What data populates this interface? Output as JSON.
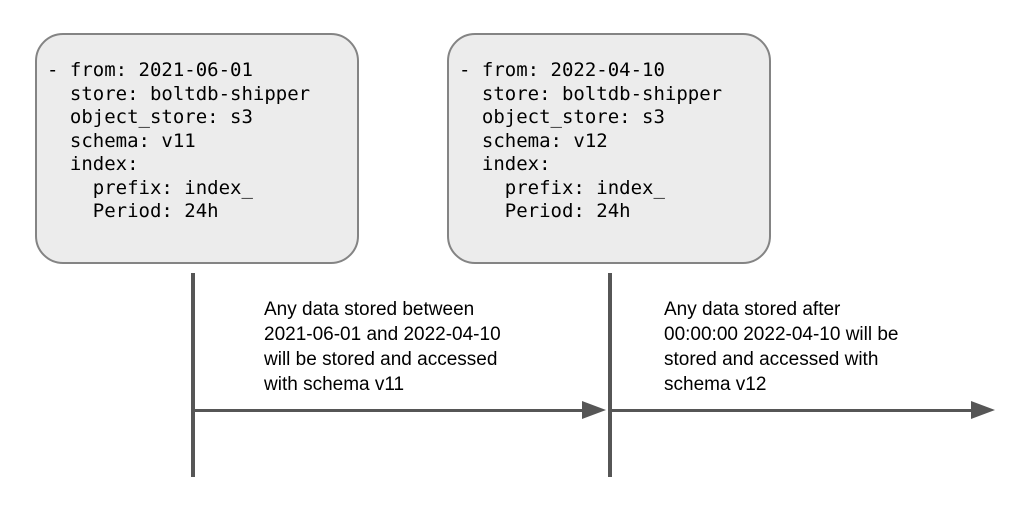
{
  "diagram": {
    "title": "loki-schema-config-timeline",
    "nodes": [
      {
        "id": "schema-v11-config",
        "yaml": "- from: 2021-06-01\n  store: boltdb-shipper\n  object_store: s3\n  schema: v11\n  index:\n    prefix: index_\n    Period: 24h"
      },
      {
        "id": "schema-v12-config",
        "yaml": "- from: 2022-04-10\n  store: boltdb-shipper\n  object_store: s3\n  schema: v12\n  index:\n    prefix: index_\n    Period: 24h"
      }
    ],
    "annotations": [
      {
        "id": "v11-period-note",
        "text": "Any data stored between\n2021-06-01 and 2022-04-10\nwill be stored and accessed\nwith schema v11"
      },
      {
        "id": "v12-period-note",
        "text": "Any data stored after\n00:00:00 2022-04-10 will be\nstored and accessed with\nschema v12"
      }
    ],
    "colors": {
      "box_fill": "#ececec",
      "box_border": "#848484",
      "line": "#565656",
      "text": "#000000"
    }
  }
}
